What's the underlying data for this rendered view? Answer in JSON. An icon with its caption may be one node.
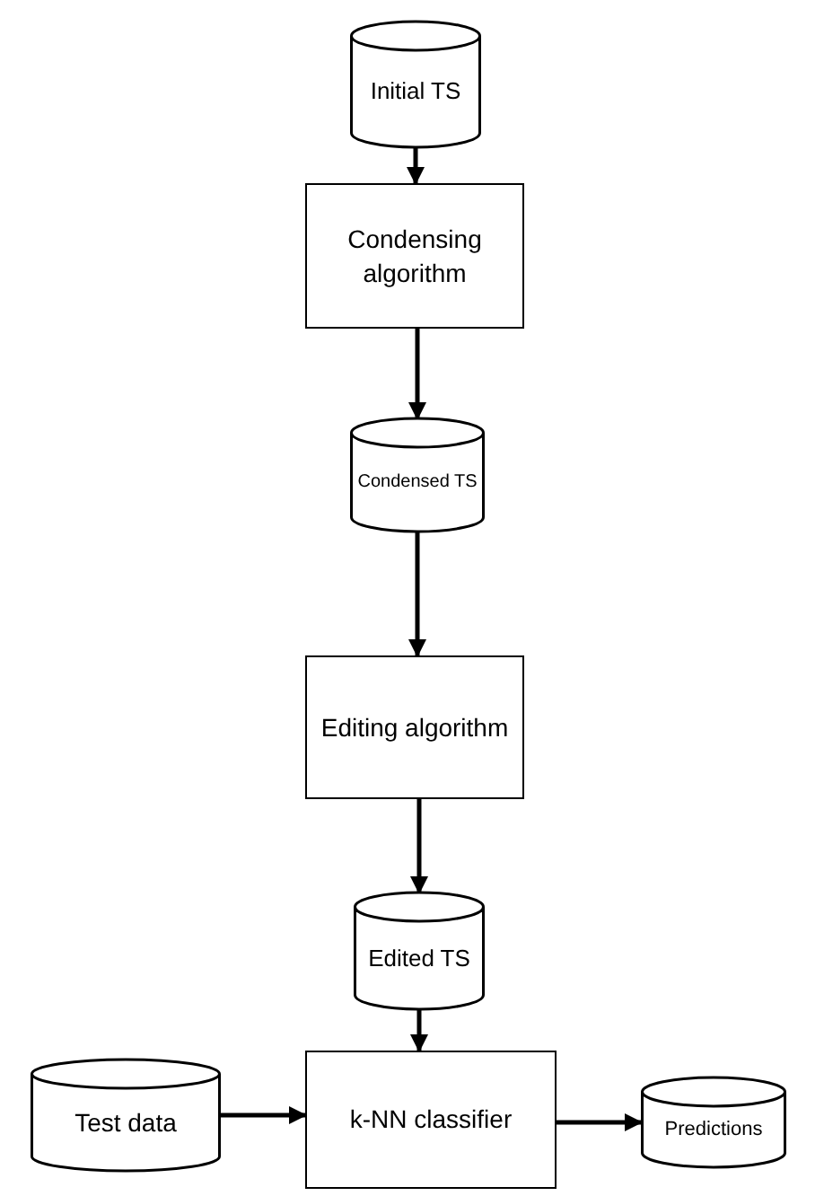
{
  "diagram": {
    "nodes": [
      {
        "text": [
          "Initial TS"
        ]
      },
      {
        "text": [
          "Condensing algorithm"
        ]
      },
      {
        "text": [
          "Condensed TS"
        ]
      },
      {
        "text": [
          "Editing algorithm"
        ]
      },
      {
        "text": [
          "Edited TS"
        ]
      },
      {
        "text": [
          "Test data"
        ]
      },
      {
        "text": [
          "k-NN classifier"
        ]
      },
      {
        "text": [
          "Predictions"
        ]
      }
    ],
    "edges": [
      {
        "from": 0,
        "to": 1,
        "arrow": "to"
      },
      {
        "from": 1,
        "to": 2,
        "arrow": "to"
      },
      {
        "from": 2,
        "to": 3,
        "arrow": "to"
      },
      {
        "from": 3,
        "to": 4,
        "arrow": "to"
      },
      {
        "from": 4,
        "to": 6,
        "arrow": "to"
      },
      {
        "from": 5,
        "to": 6,
        "arrow": "to"
      },
      {
        "from": 6,
        "to": 7,
        "arrow": "to"
      }
    ]
  }
}
